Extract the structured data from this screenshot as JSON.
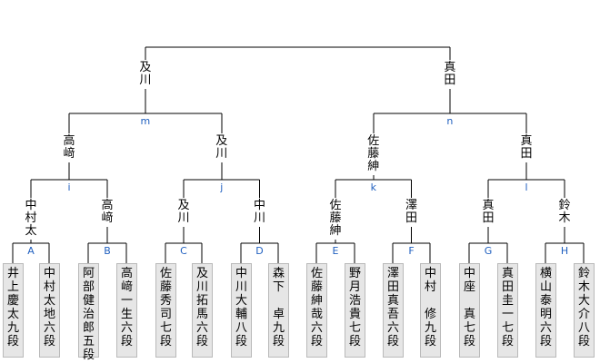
{
  "final": {
    "left": "及川",
    "right": "真田"
  },
  "semis": [
    {
      "name": "高﨑",
      "match": "m"
    },
    {
      "name": "及川",
      "match": ""
    },
    {
      "name": "佐藤紳",
      "match": "n"
    },
    {
      "name": "真田",
      "match": ""
    }
  ],
  "semi_matches": {
    "left": "m",
    "right": "n"
  },
  "quarters": [
    {
      "name": "中村太"
    },
    {
      "name": "高﨑"
    },
    {
      "name": "及川"
    },
    {
      "name": "中川"
    },
    {
      "name": "佐藤紳"
    },
    {
      "name": "澤田"
    },
    {
      "name": "真田"
    },
    {
      "name": "鈴木"
    }
  ],
  "quarter_matches": [
    "i",
    "j",
    "k",
    "l"
  ],
  "first_matches": [
    "A",
    "B",
    "C",
    "D",
    "E",
    "F",
    "G",
    "H"
  ],
  "players": [
    "井上慶太九段",
    "中村太地六段",
    "阿部健治郎五段",
    "高﨑一生六段",
    "佐藤秀司七段",
    "及川拓馬六段",
    "中川大輔八段",
    "森下　卓九段",
    "佐藤紳哉六段",
    "野月浩貴七段",
    "澤田真吾六段",
    "中村　修九段",
    "中座　真七段",
    "真田圭一七段",
    "横山泰明六段",
    "鈴木大介八段"
  ],
  "colors": {
    "line": "#000000",
    "match_letter": "#1f5fbf",
    "box_fill": "#e6e6e6",
    "box_border": "#b9b9b9"
  }
}
